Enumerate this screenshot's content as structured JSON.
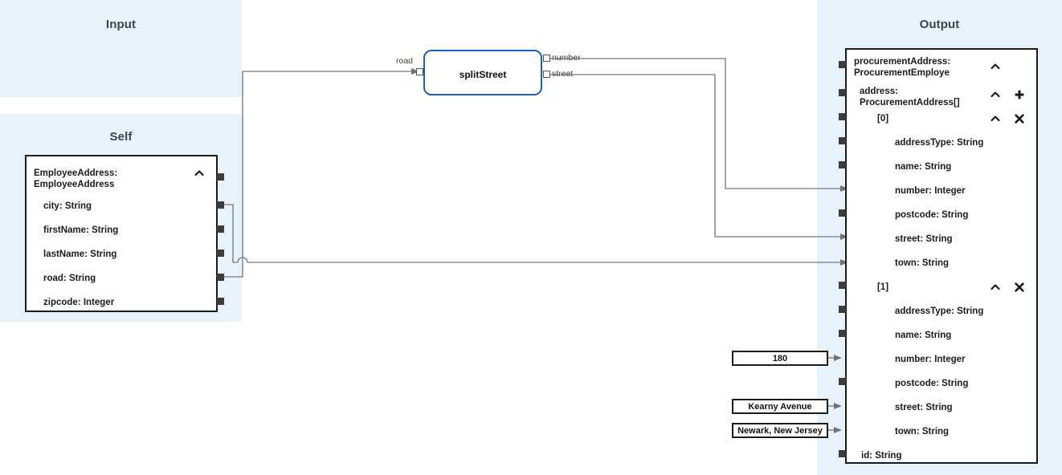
{
  "panels": {
    "input": {
      "title": "Input"
    },
    "self": {
      "title": "Self"
    },
    "output": {
      "title": "Output"
    }
  },
  "self_node": {
    "title": "EmployeeAddress:\nEmployeeAddress",
    "collapse_icon": "chevron-up-icon",
    "fields": [
      {
        "label": "city: String"
      },
      {
        "label": "firstName: String"
      },
      {
        "label": "lastName: String"
      },
      {
        "label": "road: String"
      },
      {
        "label": "zipcode: Integer"
      }
    ]
  },
  "function_node": {
    "name": "splitStreet",
    "inputs": [
      {
        "label": "road"
      }
    ],
    "outputs": [
      {
        "label": "number"
      },
      {
        "label": "street"
      }
    ]
  },
  "constants": [
    {
      "value": "180"
    },
    {
      "value": "Kearny Avenue"
    },
    {
      "value": "Newark, New Jersey"
    }
  ],
  "output_node": {
    "title": "procurementAddress:\nProcurementEmploye",
    "rows": [
      {
        "label": "address:\nProcurementAddress[]",
        "indent": 1,
        "icons": [
          "chevron-up-icon",
          "plus-icon"
        ]
      },
      {
        "label": "[0]",
        "indent": 2,
        "icons": [
          "chevron-up-icon",
          "close-icon"
        ]
      },
      {
        "label": "addressType: String",
        "indent": 3,
        "icons": []
      },
      {
        "label": "name: String",
        "indent": 3,
        "icons": []
      },
      {
        "label": "number: Integer",
        "indent": 3,
        "icons": []
      },
      {
        "label": "postcode: String",
        "indent": 3,
        "icons": []
      },
      {
        "label": "street: String",
        "indent": 3,
        "icons": []
      },
      {
        "label": "town: String",
        "indent": 3,
        "icons": []
      },
      {
        "label": "[1]",
        "indent": 2,
        "icons": [
          "chevron-up-icon",
          "close-icon"
        ]
      },
      {
        "label": "addressType: String",
        "indent": 3,
        "icons": []
      },
      {
        "label": "name: String",
        "indent": 3,
        "icons": []
      },
      {
        "label": "number: Integer",
        "indent": 3,
        "icons": []
      },
      {
        "label": "postcode: String",
        "indent": 3,
        "icons": []
      },
      {
        "label": "street: String",
        "indent": 3,
        "icons": []
      },
      {
        "label": "town: String",
        "indent": 3,
        "icons": []
      },
      {
        "label": "id: String",
        "indent": 1,
        "icons": []
      }
    ]
  },
  "colors": {
    "panel_bg": "#e8f2fa",
    "node_border": "#1c1c1c",
    "function_border": "#1862c6",
    "wire": "#878d92",
    "port": "#3c3c3c",
    "text": "#1b1b1b"
  }
}
